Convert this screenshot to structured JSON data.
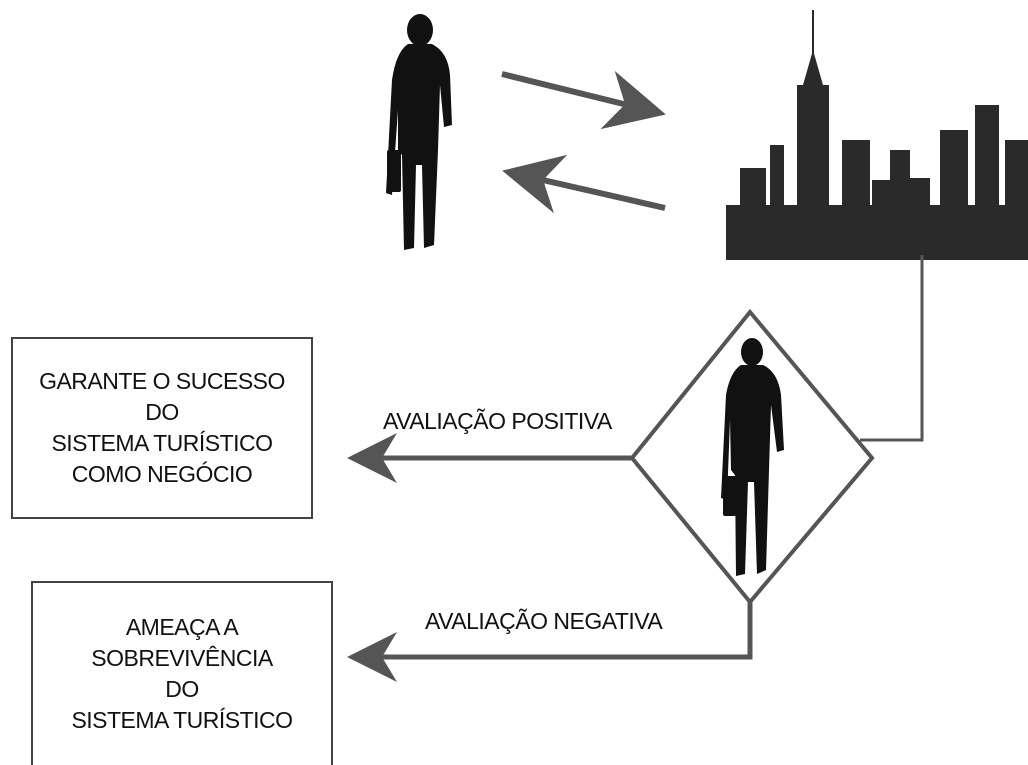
{
  "outcomes": {
    "positive": {
      "label": "AVALIAÇÃO POSITIVA",
      "box_lines": [
        "GARANTE O SUCESSO",
        "DO",
        "SISTEMA TURÍSTICO",
        "COMO NEGÓCIO"
      ]
    },
    "negative": {
      "label": "AVALIAÇÃO  NEGATIVA",
      "box_lines": [
        "AMEAÇA A",
        "SOBREVIVÊNCIA",
        "DO",
        "SISTEMA TURÍSTICO"
      ]
    }
  },
  "icons": [
    "person-silhouette-icon",
    "city-skyline-icon",
    "person-in-diamond-icon"
  ],
  "colors": {
    "ink": "#111111",
    "stroke": "#444444",
    "arrow": "#555555",
    "background": "#ffffff"
  }
}
